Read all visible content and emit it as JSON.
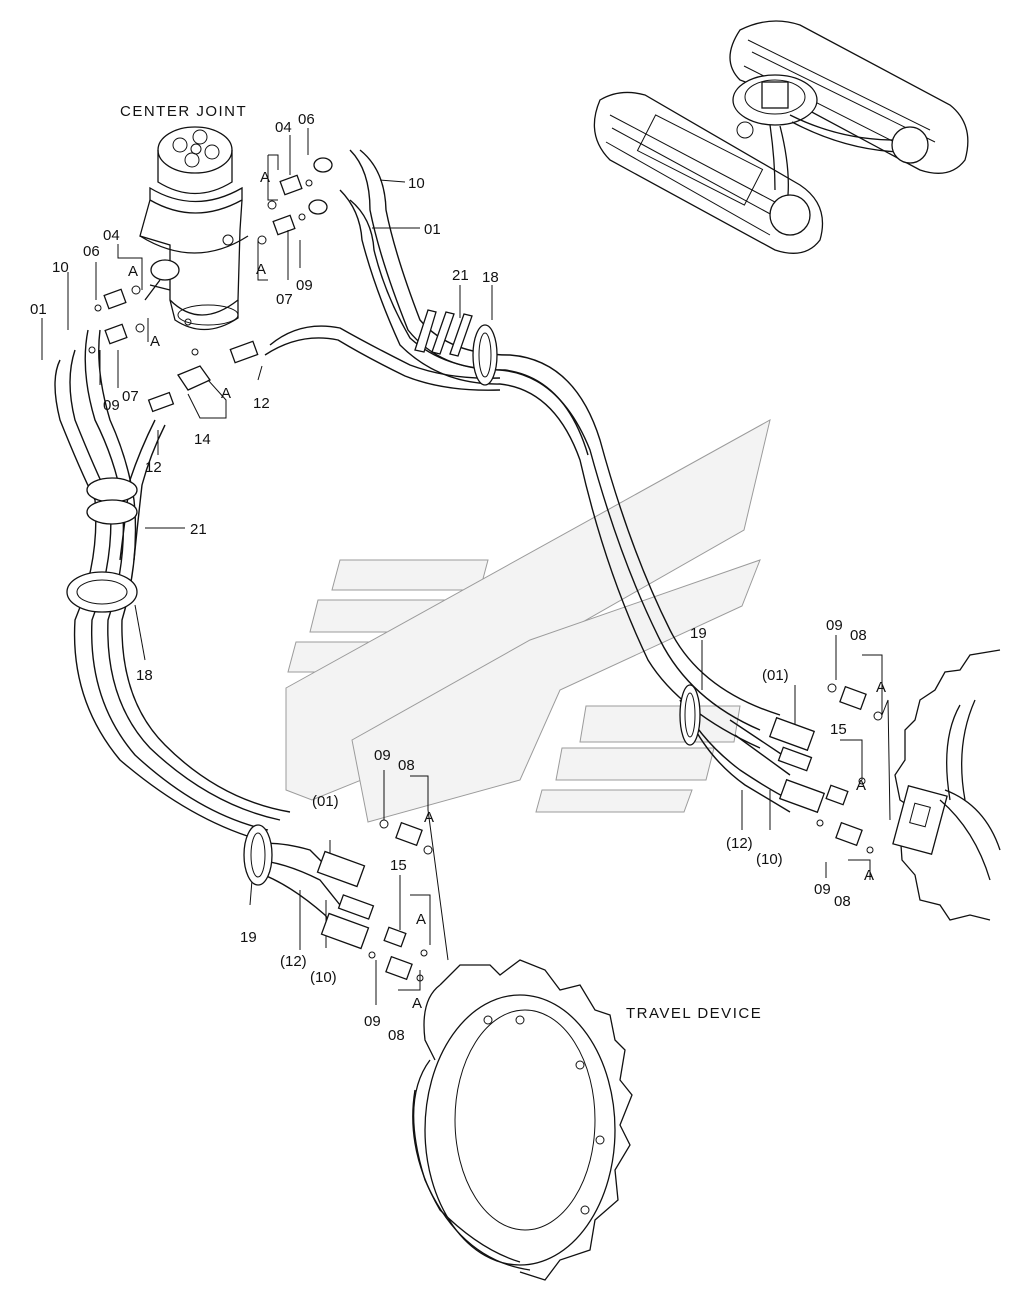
{
  "captions": {
    "center_joint": "CENTER  JOINT",
    "travel_device": "TRAVEL  DEVICE"
  },
  "callouts": {
    "c04_top": "04",
    "c06_top": "06",
    "c10_top": "10",
    "c01_top": "01",
    "cA_top1": "A",
    "cA_top2": "A",
    "c07_top": "07",
    "c09_top": "09",
    "c04_left": "04",
    "c06_left": "06",
    "cA_left1": "A",
    "c10_left": "10",
    "c01_left": "01",
    "cA_left2": "A",
    "c09_left": "09",
    "c07_left": "07",
    "c12_mid": "12",
    "c14": "14",
    "cA_tee": "A",
    "c12_left": "12",
    "c21_top": "21",
    "c18_top": "18",
    "c21_left": "21",
    "c18_left": "18",
    "c19_right": "19",
    "c01p_right": "(01)",
    "c09_right1": "09",
    "c08_right1": "08",
    "cA_right1": "A",
    "c15_right": "15",
    "cA_right2": "A",
    "c12p_right": "(12)",
    "c10p_right": "(10)",
    "c09_right2": "09",
    "c08_right2": "08",
    "cA_right3": "A",
    "c09_bot1": "09",
    "c08_bot1": "08",
    "cA_bot1": "A",
    "c01p_bot": "(01)",
    "c15_bot": "15",
    "cA_bot2": "A",
    "c19_bot": "19",
    "c12p_bot": "(12)",
    "c10p_bot": "(10)",
    "c09_bot2": "09",
    "c08_bot2": "08",
    "cA_bot3": "A"
  },
  "icons": [
    "center-joint-icon",
    "travel-device-icon",
    "undercarriage-icon",
    "watermark-logo-icon"
  ]
}
